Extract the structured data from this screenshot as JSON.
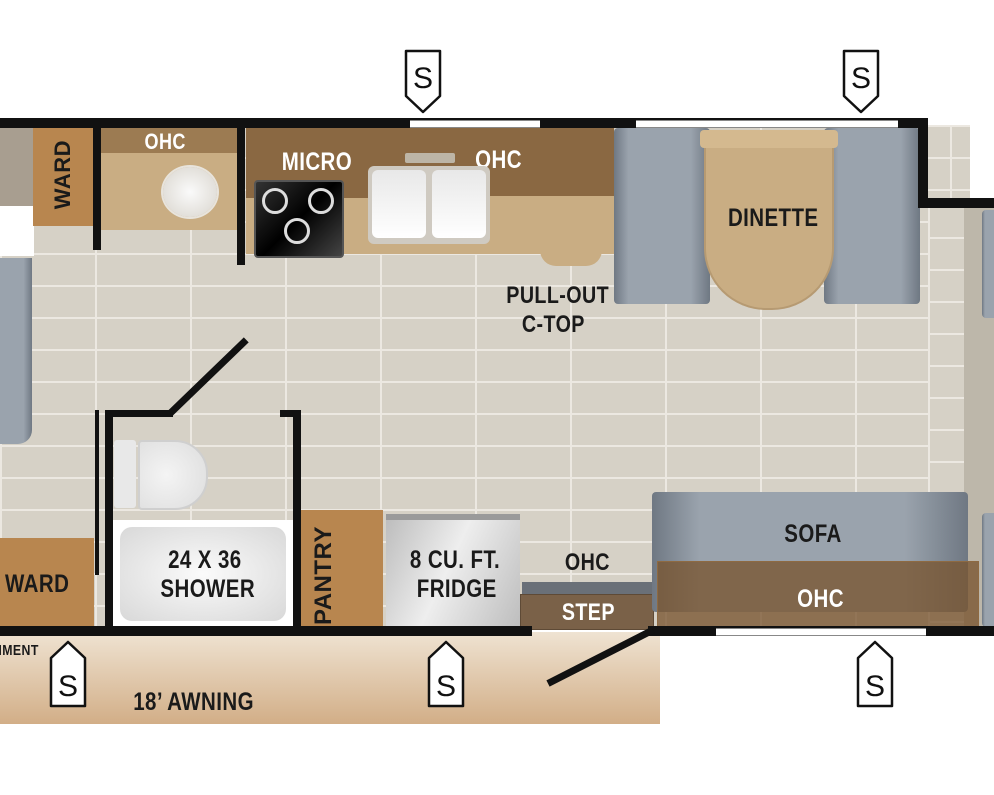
{
  "floorplan": {
    "rooms": {
      "wardrobe_top": "WARD",
      "bath_ohc": "OHC",
      "micro": "MICRO",
      "kitchen_ohc": "OHC",
      "pullout_ctop_line1": "PULL-OUT",
      "pullout_ctop_line2": "C-TOP",
      "dinette": "DINETTE",
      "wardrobe_bottom": "WARD",
      "shower_line1": "24 X 36",
      "shower_line2": "SHOWER",
      "pantry": "PANTRY",
      "fridge_line1": "8 CU. FT.",
      "fridge_line2": "FRIDGE",
      "step_ohc": "OHC",
      "step": "STEP",
      "sofa": "SOFA",
      "sofa_ohc": "OHC",
      "compartment_partial": "IMENT",
      "awning": "18’ AWNING"
    },
    "slide_markers": [
      "S",
      "S",
      "S",
      "S",
      "S"
    ],
    "colors": {
      "wall": "#111111",
      "floor": "#d6d1c6",
      "cabinet": "#b8864f",
      "counter": "#c9ad83",
      "upholstery": "#9aa3ad",
      "awning": "#d9bd9a"
    }
  }
}
